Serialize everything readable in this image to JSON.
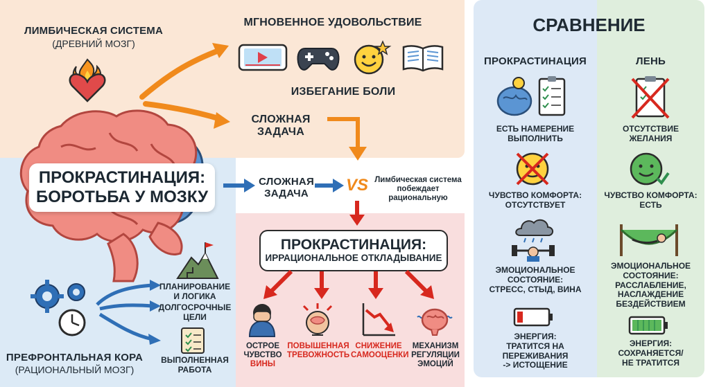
{
  "limbic": {
    "title": "ЛИМБИЧЕСКАЯ СИСТЕМА",
    "subtitle": "(ДРЕВНИЙ МОЗГ)"
  },
  "instant": {
    "title": "МГНОВЕННОЕ УДОВОЛЬСТВИЕ"
  },
  "pain": {
    "title": "ИЗБЕГАНИЕ БОЛИ"
  },
  "hard_task_top": {
    "line1": "СЛОЖНАЯ",
    "line2": "ЗАДАЧА"
  },
  "main_title": {
    "line1": "ПРОКРАСТИНАЦИЯ:",
    "line2": "БОРОТЬБА У МОЗКУ"
  },
  "hard_task_mid": {
    "line1": "СЛОЖНАЯ",
    "line2": "ЗАДАЧА"
  },
  "vs": "VS",
  "limbic_wins": {
    "line1": "Лимбическая система",
    "line2": "побеждает",
    "line3": "рациональную"
  },
  "procrast_box": {
    "line1": "ПРОКРАСТИНАЦИЯ:",
    "line2": "ИРРАЦИОНАЛЬНОЕ ОТКЛАДЫВАНИЕ"
  },
  "effects": [
    {
      "line1": "ОСТРОЕ",
      "line2": "ЧУВСТВО",
      "line3": "ВИНЫ"
    },
    {
      "line1": "ПОВЫШЕННАЯ",
      "line2": "ТРЕВОЖНОСТЬ"
    },
    {
      "line1": "СНИЖЕНИЕ",
      "line2": "САМООЦЕНКИ"
    },
    {
      "line1": "МЕХАНИЗМ",
      "line2": "РЕГУЛЯЦИИ",
      "line3": "ЭМОЦИЙ"
    }
  ],
  "pfc_items": {
    "planning": {
      "line1": "ПЛАНИРОВАНИЕ",
      "line2": "И ЛОГИКА"
    },
    "goals": {
      "line1": "ДОЛГОСРОЧНЫЕ",
      "line2": "ЦЕЛИ"
    },
    "done": {
      "line1": "ВЫПОЛНЕННАЯ",
      "line2": "РАБОТА"
    }
  },
  "pfc": {
    "title": "ПРЕФРОНТАЛЬНАЯ КОРА",
    "subtitle": "(РАЦИОНАЛЬНЫЙ МОЗГ)"
  },
  "compare": {
    "title": "СРАВНЕНИЕ",
    "procrastination": {
      "header": "ПРОКРАСТИНАЦИЯ",
      "intent": {
        "line1": "ЕСТЬ НАМЕРЕНИЕ",
        "line2": "ВЫПОЛНИТЬ"
      },
      "comfort": {
        "line1": "ЧУВСТВО КОМФОРТА:",
        "line2": "ОТСУТСТВУЕТ"
      },
      "emotion": {
        "line1": "ЭМОЦИОНАЛЬНОЕ",
        "line2": "СОСТОЯНИЕ:",
        "line3": "СТРЕСС, СТЫД, ВИНА"
      },
      "energy": {
        "line1": "ЭНЕРГИЯ:",
        "line2": "ТРАТИТСЯ НА",
        "line3": "ПЕРЕЖИВАНИЯ",
        "line4": "-> ИСТОЩЕНИЕ"
      }
    },
    "laziness": {
      "header": "ЛЕНЬ",
      "intent": {
        "line1": "ОТСУТСТВИЕ",
        "line2": "ЖЕЛАНИЯ"
      },
      "comfort": {
        "line1": "ЧУВСТВО КОМФОРТА:",
        "line2": "ЕСТЬ"
      },
      "emotion": {
        "line1": "ЭМОЦИОНАЛЬНОЕ",
        "line2": "СОСТОЯНИЕ:",
        "line3": "РАССЛАБЛЕНИЕ,",
        "line4": "НАСЛАЖДЕНИЕ",
        "line5": "БЕЗДЕЙСТВИЕМ"
      },
      "energy": {
        "line1": "ЭНЕРГИЯ:",
        "line2": "СОХРАНЯЕТСЯ/",
        "line3": "НЕ ТРАТИТСЯ"
      }
    }
  },
  "colors": {
    "orange": "#f08a1c",
    "blue": "#2f6fb6",
    "red": "#d7281e",
    "brain": "#f08c83",
    "brain_back": "#5b95d3"
  }
}
